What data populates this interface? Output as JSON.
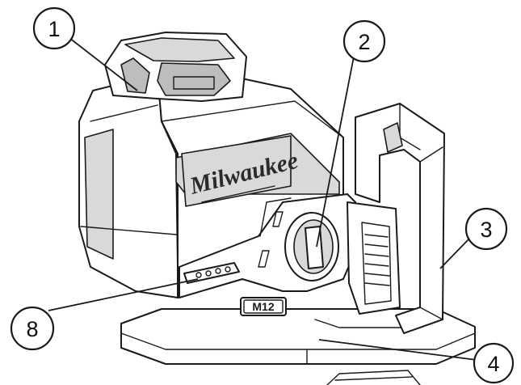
{
  "diagram": {
    "brand_logo": "Milwaukee",
    "battery_badge": "M12",
    "callouts": [
      {
        "id": "1",
        "label": "1"
      },
      {
        "id": "2",
        "label": "2"
      },
      {
        "id": "3",
        "label": "3"
      },
      {
        "id": "4",
        "label": "4"
      },
      {
        "id": "8",
        "label": "8"
      }
    ]
  },
  "colors": {
    "ink": "#1a1a1a",
    "shade": "#d9d9d9",
    "background": "#ffffff"
  }
}
